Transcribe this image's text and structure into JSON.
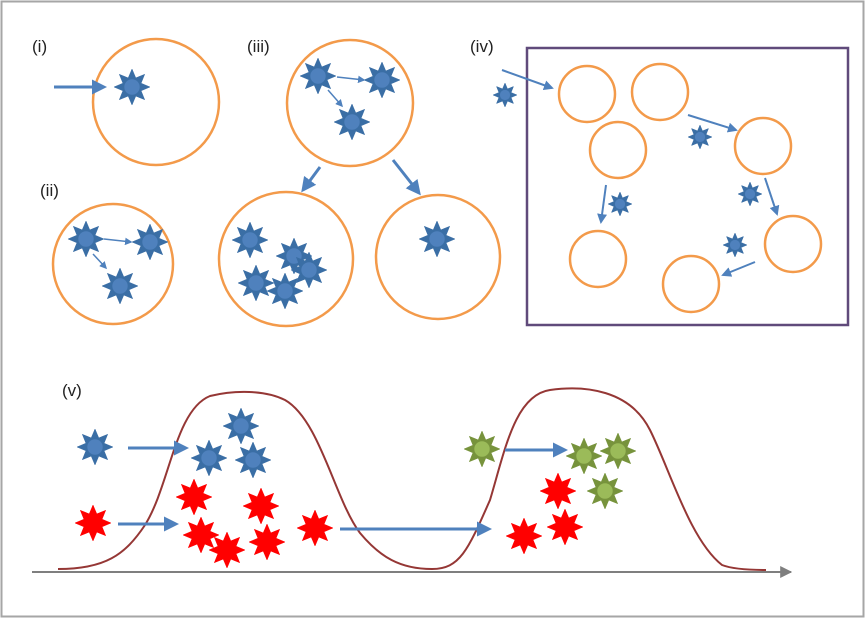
{
  "labels": {
    "i": "(i)",
    "ii": "(ii)",
    "iii": "(iii)",
    "iv": "(iv)",
    "v": "(v)"
  },
  "colors": {
    "frame": "#a6a6a6",
    "cell_outline": "#f39a4a",
    "box_outline": "#604a7b",
    "arrow": "#4f81bd",
    "blue_star": "#3a6ea5",
    "blue_star_center": "#4f81bd",
    "red_star": "#ff0000",
    "green_star": "#77933c",
    "green_star_center": "#9bbb59",
    "curve": "#953735",
    "axis": "#7f7f7f"
  },
  "icons": {
    "blue": "blue-star-icon",
    "red": "red-star-icon",
    "green": "green-star-icon"
  }
}
